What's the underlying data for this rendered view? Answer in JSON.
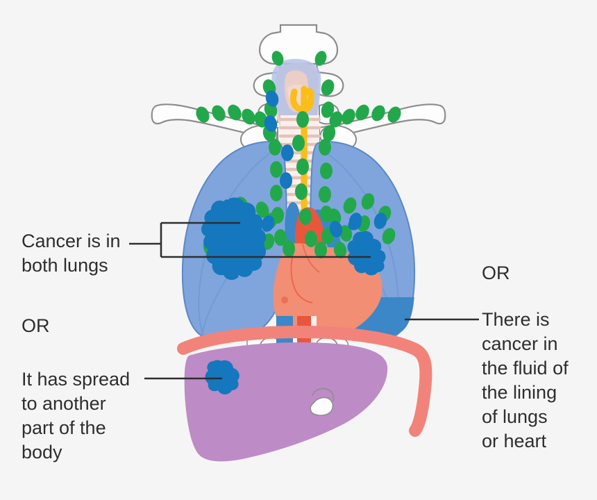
{
  "background_color": "#f5f5f5",
  "callouts": {
    "both_lungs": {
      "text": "Cancer is in\nboth lungs",
      "or_label": "OR"
    },
    "spread": {
      "text": "It has spread\nto another\npart of the\nbody"
    },
    "fluid": {
      "or_label": "OR",
      "text": "There is\ncancer in\nthe fluid of\nthe lining\nof lungs\nor heart"
    }
  },
  "diagram": {
    "title": "Lung cancer spread diagram",
    "colors": {
      "lung": "#7fa5dc",
      "lung_outline": "#5b88c6",
      "tumor": "#1577be",
      "pleural_fluid": "#3c87c8",
      "lymph_node_green": "#22a84b",
      "lymph_node_blue": "#1577be",
      "heart": "#f28e74",
      "aorta": "#e8573c",
      "vein_blue": "#3c87c8",
      "liver": "#bd8bc6",
      "diaphragm": "#f2837a",
      "bone": "#fdfdfd",
      "bone_outline": "#8c8c8c",
      "trachea_ring": "#e8cfc6",
      "esophagus": "#fbbd18",
      "larynx": "#b3c2e8",
      "larynx_inner": "#f0cfc2",
      "leader_line": "#2e2e2e"
    },
    "parts": [
      "cervical vertebrae",
      "clavicles",
      "larynx",
      "trachea",
      "esophagus",
      "left lung",
      "right lung",
      "left lung tumor",
      "right lung tumor",
      "lymph nodes",
      "heart",
      "aorta",
      "vena cava",
      "diaphragm",
      "liver",
      "liver metastasis",
      "pleural effusion"
    ]
  }
}
